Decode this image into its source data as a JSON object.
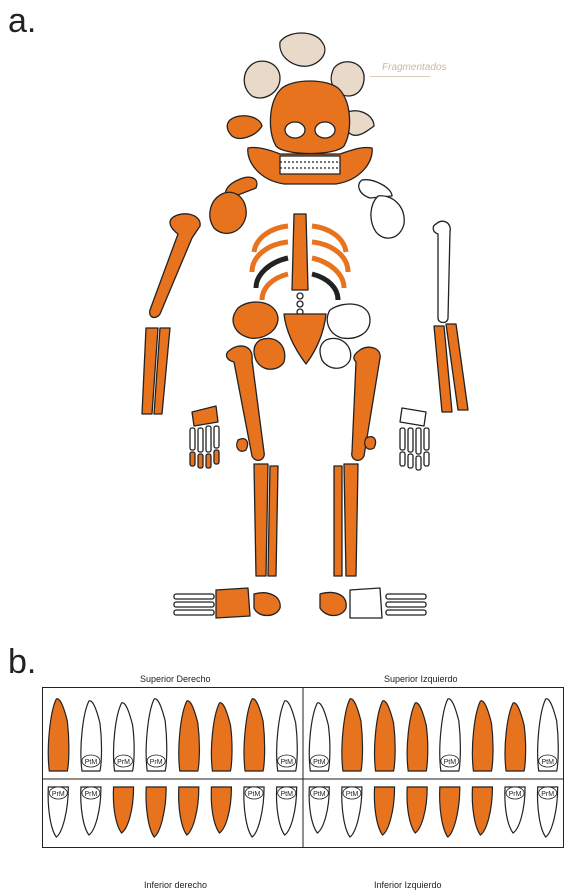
{
  "panels": {
    "a": {
      "label": "a."
    },
    "b": {
      "label": "b."
    }
  },
  "skeleton": {
    "fragment_label": "Fragmentados",
    "colors": {
      "present": "#e8731f",
      "absent": "#ffffff",
      "fragment": "#e8d9c8",
      "outline": "#222222"
    }
  },
  "dental": {
    "quadrants": {
      "upper_right": "Superior Derecho",
      "upper_left": "Superior Izquierdo",
      "lower_right": "Inferior derecho",
      "lower_left": "Inferior Izquierdo"
    },
    "marker": "PrM-PtM legend",
    "upper_row": [
      {
        "present": true,
        "label": ""
      },
      {
        "present": false,
        "label": "PtM"
      },
      {
        "present": false,
        "label": "PrM"
      },
      {
        "present": false,
        "label": "PrM"
      },
      {
        "present": true,
        "label": ""
      },
      {
        "present": true,
        "label": ""
      },
      {
        "present": true,
        "label": ""
      },
      {
        "present": false,
        "label": "PtM"
      },
      {
        "present": false,
        "label": "PtM"
      },
      {
        "present": true,
        "label": ""
      },
      {
        "present": true,
        "label": ""
      },
      {
        "present": true,
        "label": ""
      },
      {
        "present": false,
        "label": "PtM"
      },
      {
        "present": true,
        "label": ""
      },
      {
        "present": true,
        "label": ""
      },
      {
        "present": false,
        "label": "PtM"
      }
    ],
    "lower_row": [
      {
        "present": false,
        "label": "PrM"
      },
      {
        "present": false,
        "label": "PrM"
      },
      {
        "present": true,
        "label": ""
      },
      {
        "present": true,
        "label": ""
      },
      {
        "present": true,
        "label": ""
      },
      {
        "present": true,
        "label": ""
      },
      {
        "present": false,
        "label": "PtM"
      },
      {
        "present": false,
        "label": "PtM"
      },
      {
        "present": false,
        "label": "PtM"
      },
      {
        "present": false,
        "label": "PtM"
      },
      {
        "present": true,
        "label": ""
      },
      {
        "present": true,
        "label": ""
      },
      {
        "present": true,
        "label": ""
      },
      {
        "present": true,
        "label": ""
      },
      {
        "present": false,
        "label": "PrM"
      },
      {
        "present": false,
        "label": "PrM"
      }
    ]
  }
}
